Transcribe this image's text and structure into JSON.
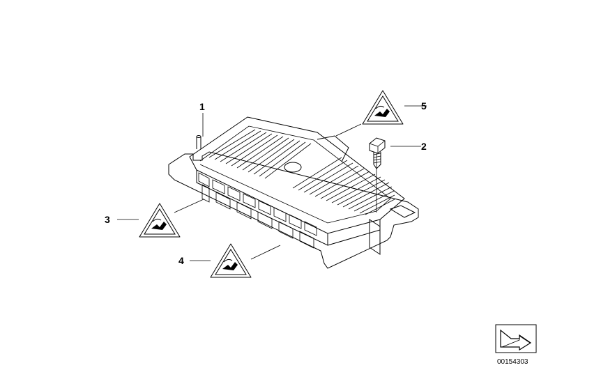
{
  "diagram": {
    "callouts": [
      {
        "id": "1",
        "label": "1"
      },
      {
        "id": "2",
        "label": "2"
      },
      {
        "id": "3",
        "label": "3"
      },
      {
        "id": "4",
        "label": "4"
      },
      {
        "id": "5",
        "label": "5"
      }
    ],
    "part_icons": {
      "control_unit": "control-unit-module-icon",
      "screw": "screw-icon",
      "warning": "electrostatic-warning-triangle-icon",
      "nav_arrow": "next-page-arrow-icon"
    },
    "document_number": "00154303"
  }
}
